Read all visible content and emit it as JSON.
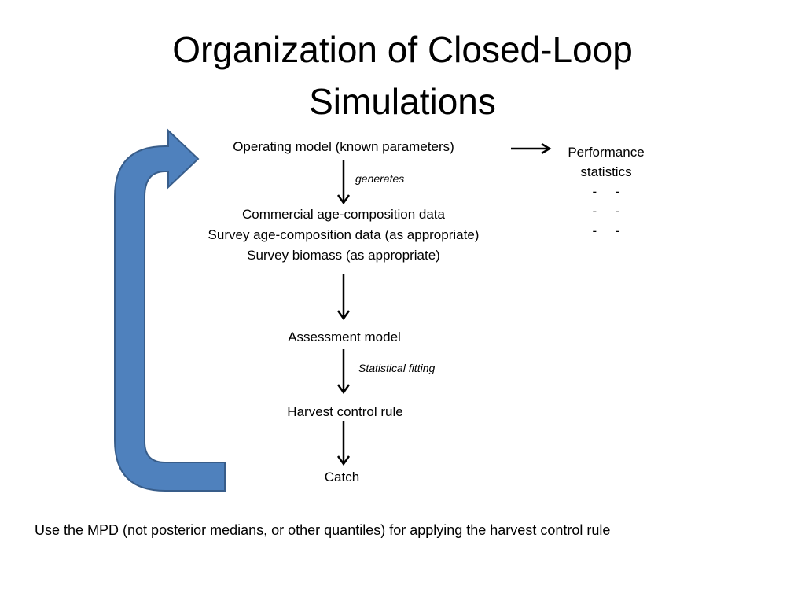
{
  "title": {
    "line1": "Organization of Closed-Loop",
    "line2": "Simulations"
  },
  "nodes": {
    "operating_model": "Operating model (known parameters)",
    "data_lines": [
      "Commercial age-composition data",
      "Survey age-composition data (as appropriate)",
      "Survey biomass (as appropriate)"
    ],
    "assessment_model": "Assessment  model",
    "harvest_control_rule": "Harvest control rule",
    "catch": "Catch"
  },
  "edge_labels": {
    "generates": "generates",
    "statistical_fitting": "Statistical fitting"
  },
  "performance": {
    "line1": "Performance",
    "line2": "statistics",
    "bullets": [
      "-     -",
      "-     -",
      "-     -"
    ]
  },
  "footnote": "Use the MPD (not posterior medians, or other quantiles) for applying the harvest control rule",
  "colors": {
    "loop_arrow_fill": "#4f81bd",
    "loop_arrow_stroke": "#385d8a"
  }
}
